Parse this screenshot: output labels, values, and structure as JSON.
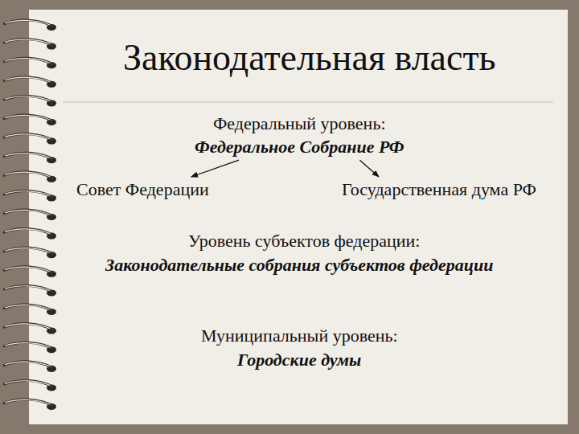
{
  "diagram": {
    "title": "Законодательная власть",
    "nodes": [
      {
        "text": [
          "Федеральный уровень:",
          "Федеральное Собрание РФ"
        ]
      },
      {
        "text": [
          "Совет Федерации"
        ]
      },
      {
        "text": [
          "Государственная дума РФ"
        ]
      }
    ],
    "edges": [
      {
        "from": 0,
        "to": 1,
        "arrow": "to"
      },
      {
        "from": 0,
        "to": 2,
        "arrow": "to"
      }
    ],
    "labels": [
      "Уровень субъектов федерации:",
      "Законодательные собрания субъектов федерации",
      "Муниципальный уровень:",
      "Городские думы"
    ]
  }
}
